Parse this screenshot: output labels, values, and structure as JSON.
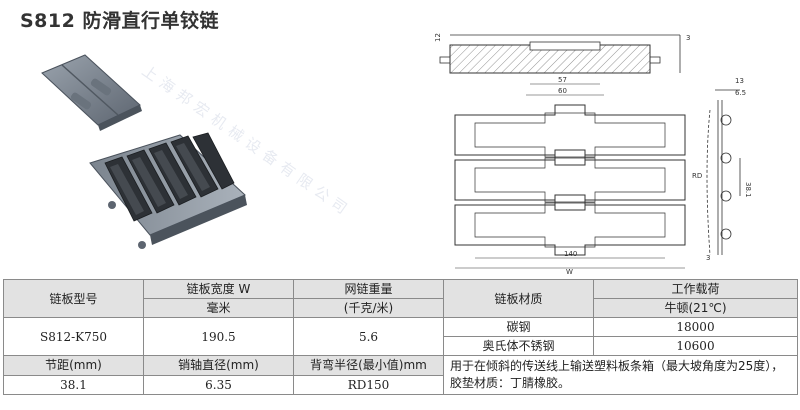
{
  "title": "S812 防滑直行单铰链",
  "watermark": "上海邦宏机械设备有限公司",
  "drawing": {
    "dim_12": "12",
    "dim_3_top": "3",
    "dim_57": "57",
    "dim_60": "60",
    "dim_13": "13",
    "dim_6_5": "6.5",
    "dim_rd": "RD",
    "dim_38_1": "38.1",
    "dim_3_side": "3",
    "dim_140": "140",
    "dim_w": "W"
  },
  "table": {
    "row1": {
      "model_header": "链板型号",
      "width_header": "链板宽度 W",
      "weight_header": "网链重量",
      "material_header": "链板材质",
      "load_header": "工作载荷"
    },
    "row2": {
      "width_unit": "毫米",
      "weight_unit": "(千克/米)",
      "load_unit": "牛顿(21℃)"
    },
    "data": {
      "model": "S812-K750",
      "width": "190.5",
      "weight": "5.6",
      "material1": "碳钢",
      "load1": "18000",
      "material2": "奥氏体不锈钢",
      "load2": "10600"
    },
    "row5": {
      "pitch_header": "节距(mm)",
      "pin_header": "销轴直径(mm)",
      "radius_header": "背弯半径(最小值)mm",
      "note": "用于在倾斜的传送线上输送塑料板条箱（最大坡角度为25度），胶垫材质：丁腈橡胶。"
    },
    "row6": {
      "pitch": "38.1",
      "pin": "6.35",
      "radius": "RD150"
    }
  }
}
